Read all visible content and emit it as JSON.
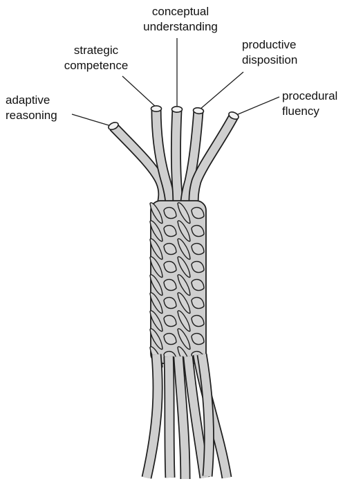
{
  "diagram": {
    "strands": [
      {
        "line1": "adaptive",
        "line2": "reasoning"
      },
      {
        "line1": "strategic",
        "line2": "competence"
      },
      {
        "line1": "conceptual",
        "line2": "understanding"
      },
      {
        "line1": "productive",
        "line2": "disposition"
      },
      {
        "line1": "procedural",
        "line2": "fluency"
      }
    ]
  },
  "colors": {
    "strand_fill": "#cfcfcf",
    "strand_outline": "#1e1e1e",
    "leader_line": "#1e1e1e",
    "text": "#111111"
  }
}
